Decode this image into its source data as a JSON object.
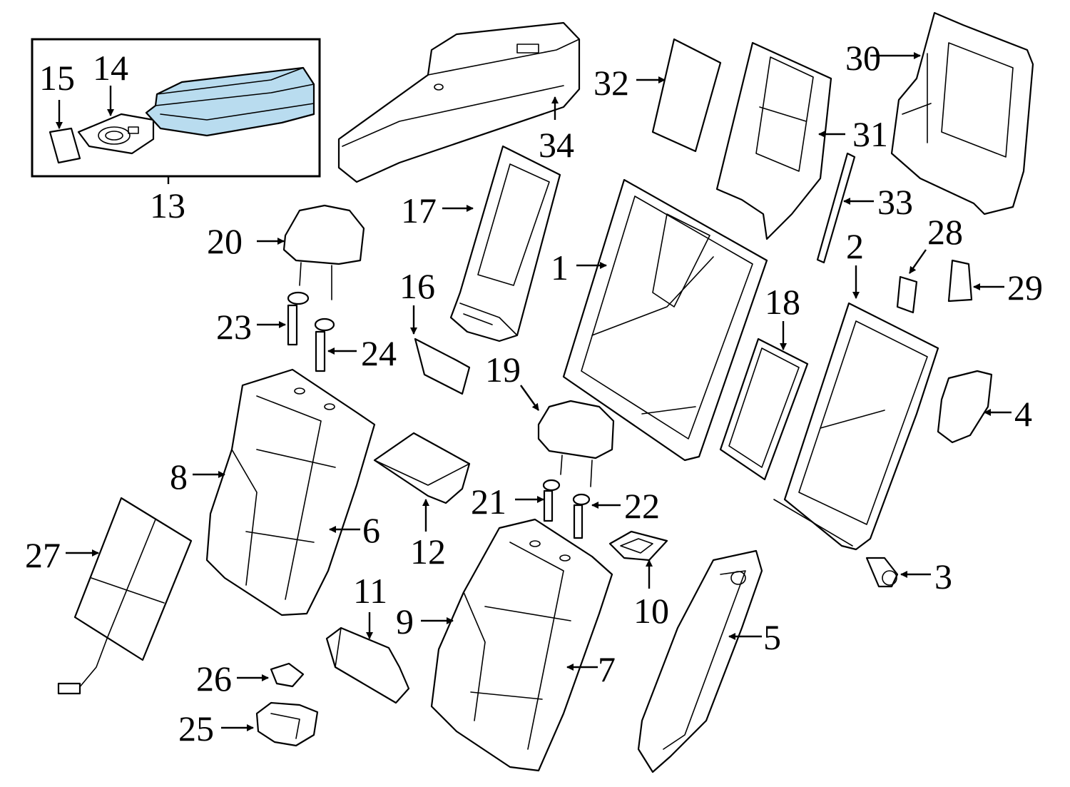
{
  "highlight_color": "#b9dcef",
  "callouts": [
    {
      "label": "1"
    },
    {
      "label": "2"
    },
    {
      "label": "3"
    },
    {
      "label": "4"
    },
    {
      "label": "5"
    },
    {
      "label": "6"
    },
    {
      "label": "7"
    },
    {
      "label": "8"
    },
    {
      "label": "9"
    },
    {
      "label": "10"
    },
    {
      "label": "11"
    },
    {
      "label": "12"
    },
    {
      "label": "13"
    },
    {
      "label": "14"
    },
    {
      "label": "15"
    },
    {
      "label": "16"
    },
    {
      "label": "17"
    },
    {
      "label": "18"
    },
    {
      "label": "19"
    },
    {
      "label": "20"
    },
    {
      "label": "21"
    },
    {
      "label": "22"
    },
    {
      "label": "23"
    },
    {
      "label": "24"
    },
    {
      "label": "25"
    },
    {
      "label": "26"
    },
    {
      "label": "27"
    },
    {
      "label": "28"
    },
    {
      "label": "29"
    },
    {
      "label": "30"
    },
    {
      "label": "31"
    },
    {
      "label": "32"
    },
    {
      "label": "33"
    },
    {
      "label": "34"
    }
  ]
}
